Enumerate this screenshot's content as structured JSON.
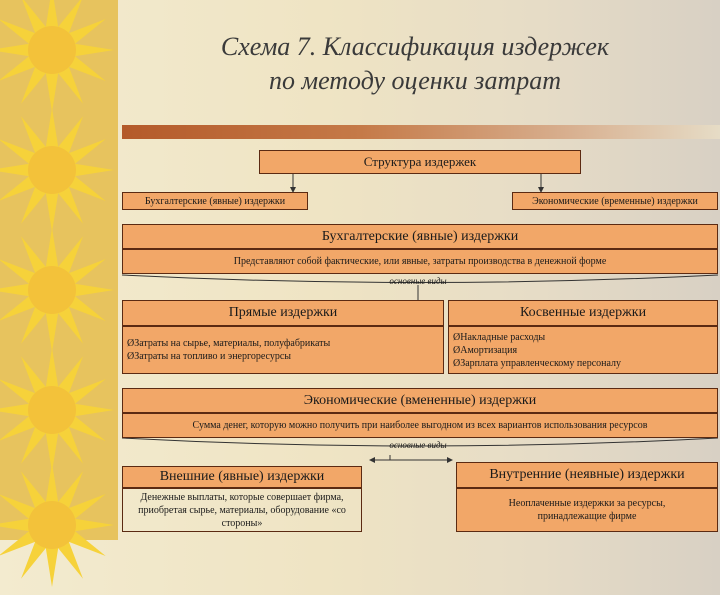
{
  "title": {
    "line1": "Схема 7. Классификация издержек",
    "line2": "по методу оценки затрат"
  },
  "structure": "Структура издержек",
  "top_left": "Бухгалтерские (явные) издержки",
  "top_right": "Экономические (временные) издержки",
  "accounting": {
    "header": "Бухгалтерские (явные) издержки",
    "description": "Представляют собой фактические, или явные, затраты производства в денежной форме",
    "types_label": "основные виды",
    "direct": {
      "header": "Прямые издержки",
      "items": [
        "ØЗатраты на сырье, материалы, полуфабрикаты",
        "ØЗатраты на топливо и энергоресурсы"
      ]
    },
    "indirect": {
      "header": "Косвенные издержки",
      "items": [
        "ØНакладные расходы",
        "ØАмортизация",
        "ØЗарплата управленческому персоналу"
      ]
    }
  },
  "economic": {
    "header": "Экономические (вмененные) издержки",
    "description": "Сумма денег, которую можно получить при наиболее выгодном из всех вариантов использования ресурсов",
    "types_label": "основные виды",
    "external": {
      "header": "Внешние (явные) издержки",
      "description": "Денежные выплаты, которые совершает фирма, приобретая сырье, материалы, оборудование «со стороны»"
    },
    "internal": {
      "header": "Внутренние (неявные) издержки",
      "description": "Неоплаченные издержки за ресурсы, принадлежащие фирме"
    }
  },
  "colors": {
    "sidebar": "#e7c35e",
    "box_fill": "#f2a768",
    "border": "#5b2a12",
    "rule": "#b45a2a"
  }
}
